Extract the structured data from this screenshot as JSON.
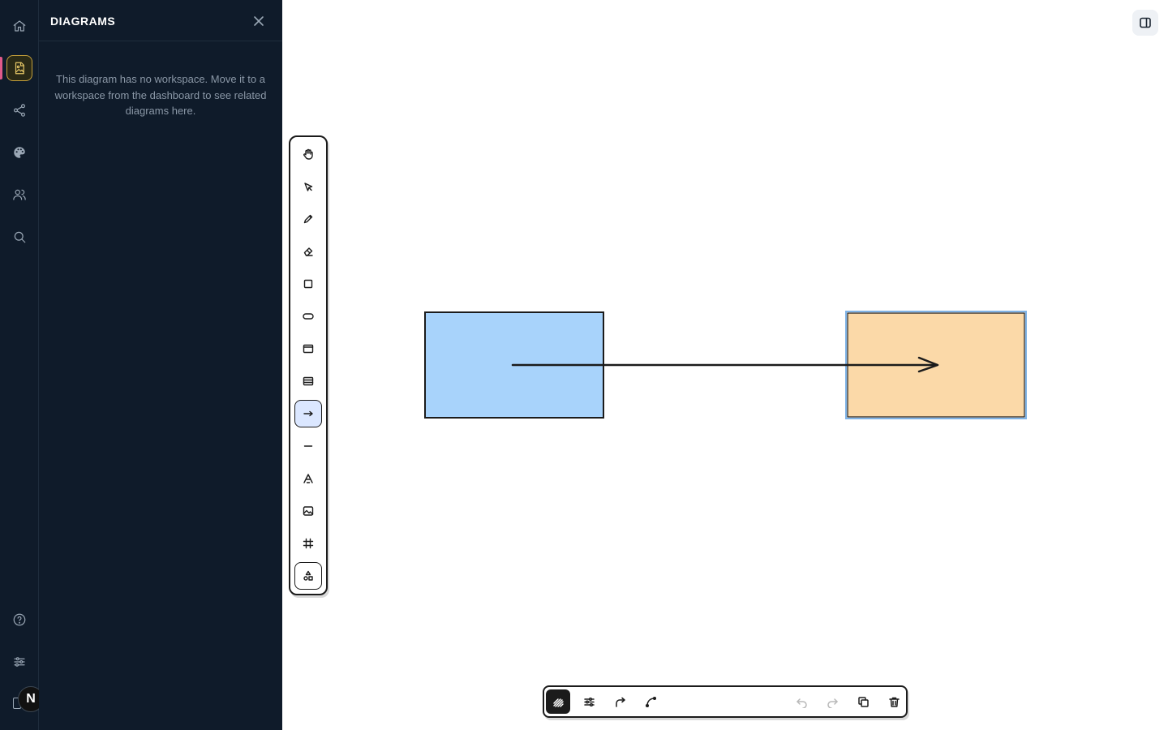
{
  "rail": {
    "items": [
      {
        "name": "home-icon"
      },
      {
        "name": "diagram-icon",
        "active": true
      },
      {
        "name": "share-icon"
      },
      {
        "name": "palette-icon"
      },
      {
        "name": "users-icon"
      },
      {
        "name": "search-icon"
      }
    ],
    "bottom_items": [
      {
        "name": "help-icon"
      },
      {
        "name": "settings-sliders-icon"
      }
    ],
    "avatar_initial": "N",
    "accent_color": "#e05a8a",
    "active_color": "#c7a13a"
  },
  "panel": {
    "title": "DIAGRAMS",
    "empty_message": "This diagram has no workspace. Move it to a workspace from the dashboard to see related diagrams here."
  },
  "canvas": {
    "shapes": [
      {
        "type": "rectangle",
        "fill": "#a8d3fb",
        "stroke": "#1b1b1b"
      },
      {
        "type": "rectangle",
        "fill": "#fbd9a8",
        "stroke": "#1b1b1b",
        "selected": true,
        "selection_color": "#7fb3e6"
      },
      {
        "type": "arrow",
        "stroke": "#1b1b1b"
      }
    ]
  },
  "toolbar": {
    "tools": [
      "hand",
      "select",
      "pencil",
      "eraser",
      "rectangle",
      "ellipse",
      "window",
      "table",
      "arrow",
      "line",
      "text",
      "image",
      "frame",
      "shapes"
    ],
    "active_tool": "arrow"
  },
  "bottom_toolbar": {
    "tools": [
      "sketch-style",
      "style-settings",
      "curved-arrow",
      "bezier-curve",
      "undo",
      "redo",
      "duplicate",
      "delete"
    ]
  }
}
